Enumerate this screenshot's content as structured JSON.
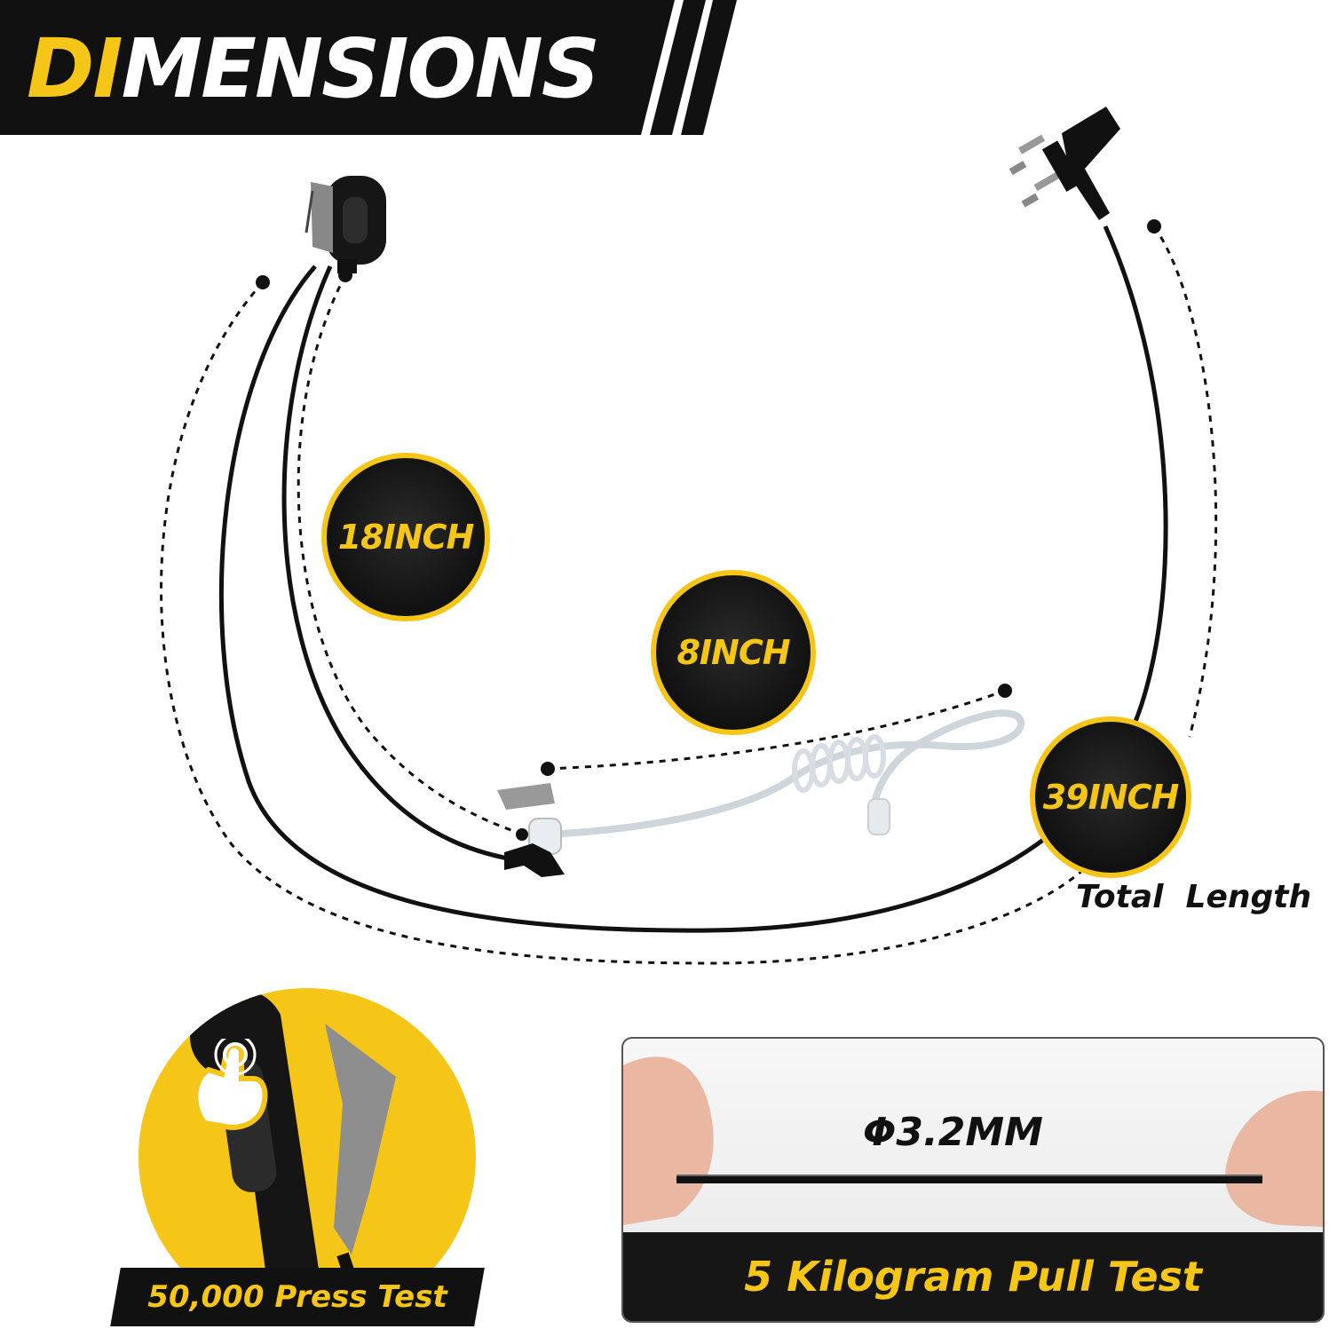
{
  "header": {
    "title_highlight": "DI",
    "title_rest": "MENSIONS"
  },
  "measurements": [
    {
      "label": "18INCH"
    },
    {
      "label": "8INCH"
    },
    {
      "label": "39INCH"
    }
  ],
  "total_length_caption": "Total  Length",
  "press_test": {
    "label": "50,000 Press Test",
    "icon": "finger-press-icon"
  },
  "pull_test": {
    "diameter": "Φ3.2MM",
    "label": "5 Kilogram Pull Test"
  },
  "colors": {
    "accent": "#f5c518",
    "dark": "#111111",
    "background": "#ffffff"
  }
}
